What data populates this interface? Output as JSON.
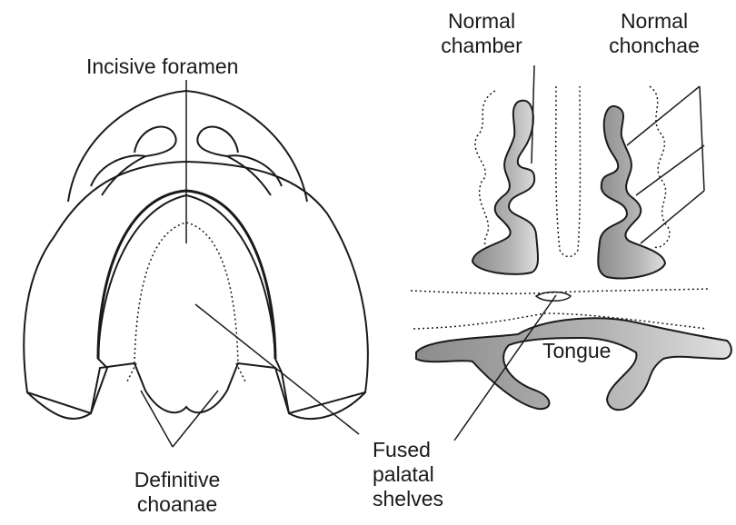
{
  "labels": {
    "incisive_foramen": "Incisive foramen",
    "normal_chamber_line1": "Normal",
    "normal_chamber_line2": "chamber",
    "normal_chonchae_line1": "Normal",
    "normal_chonchae_line2": "chonchae",
    "tongue": "Tongue",
    "fused_line1": "Fused",
    "fused_line2": "palatal",
    "fused_line3": "shelves",
    "definitive_line1": "Definitive",
    "definitive_line2": "choanae"
  },
  "colors": {
    "ink": "#1a1a1a",
    "shade": "#9a9a9a",
    "light_shade": "#c8c8c8"
  }
}
